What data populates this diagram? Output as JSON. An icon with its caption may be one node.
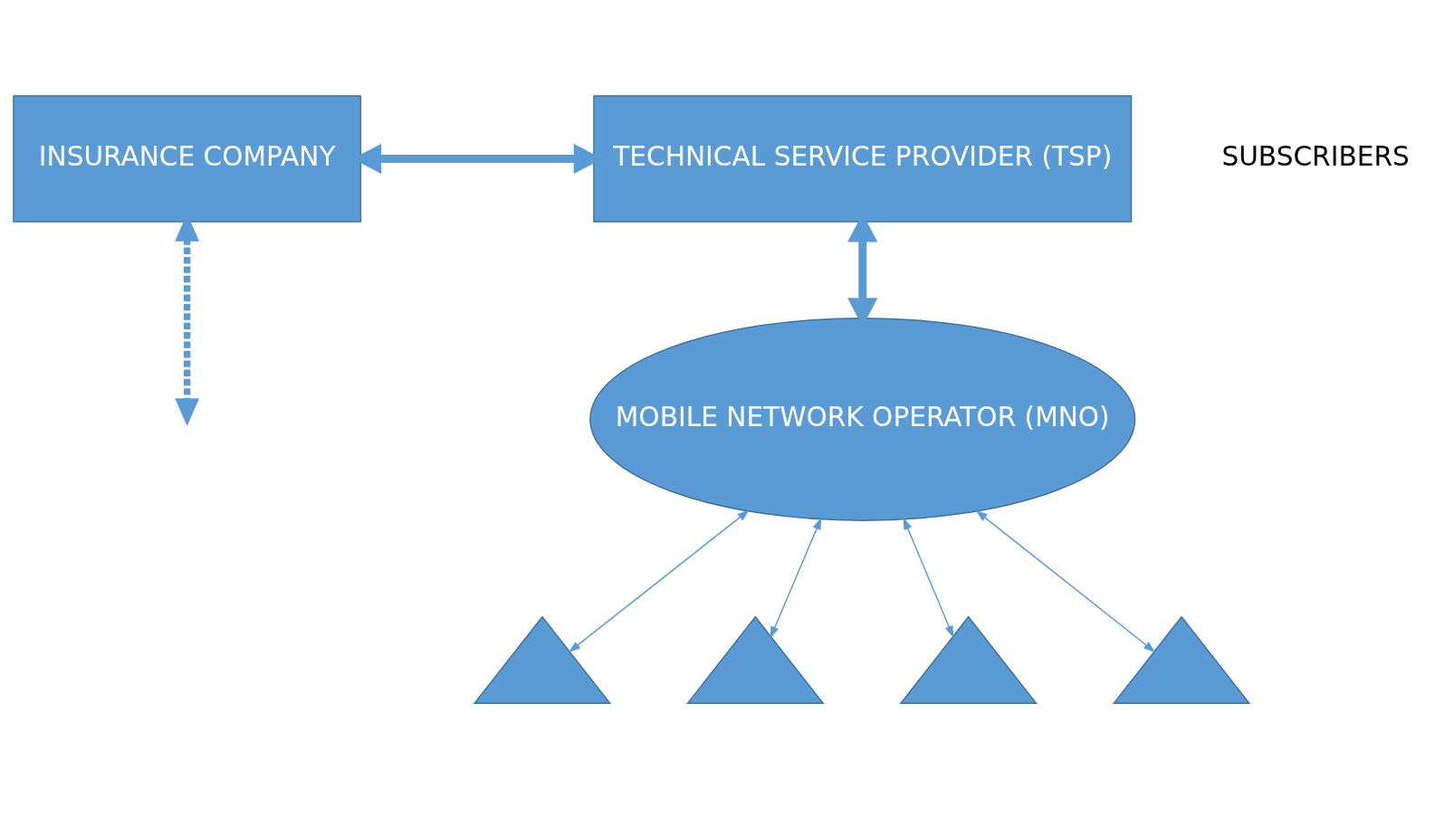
{
  "diagram": {
    "nodes": [
      {
        "text": [
          "INSURANCE COMPANY"
        ]
      },
      {
        "text": [
          "TECHNICAL SERVICE PROVIDER (TSP)"
        ]
      },
      {
        "text": [
          "MOBILE NETWORK OPERATOR (MNO)"
        ]
      },
      {
        "text": [],
        "shape": "triangle"
      },
      {
        "text": [],
        "shape": "triangle"
      },
      {
        "text": [],
        "shape": "triangle"
      },
      {
        "text": [],
        "shape": "triangle"
      }
    ],
    "edges": [
      {
        "from": 0,
        "to": 1,
        "arrow": "both",
        "style": "thick"
      },
      {
        "from": 0,
        "to": null,
        "arrow": "both",
        "style": "dashed"
      },
      {
        "from": 1,
        "to": 2,
        "arrow": "both",
        "style": "thick"
      },
      {
        "from": 2,
        "to": 3,
        "arrow": "both"
      },
      {
        "from": 2,
        "to": 4,
        "arrow": "both"
      },
      {
        "from": 2,
        "to": 5,
        "arrow": "both"
      },
      {
        "from": 2,
        "to": 6,
        "arrow": "both"
      }
    ],
    "labels": [
      "SUBSCRIBERS"
    ]
  }
}
